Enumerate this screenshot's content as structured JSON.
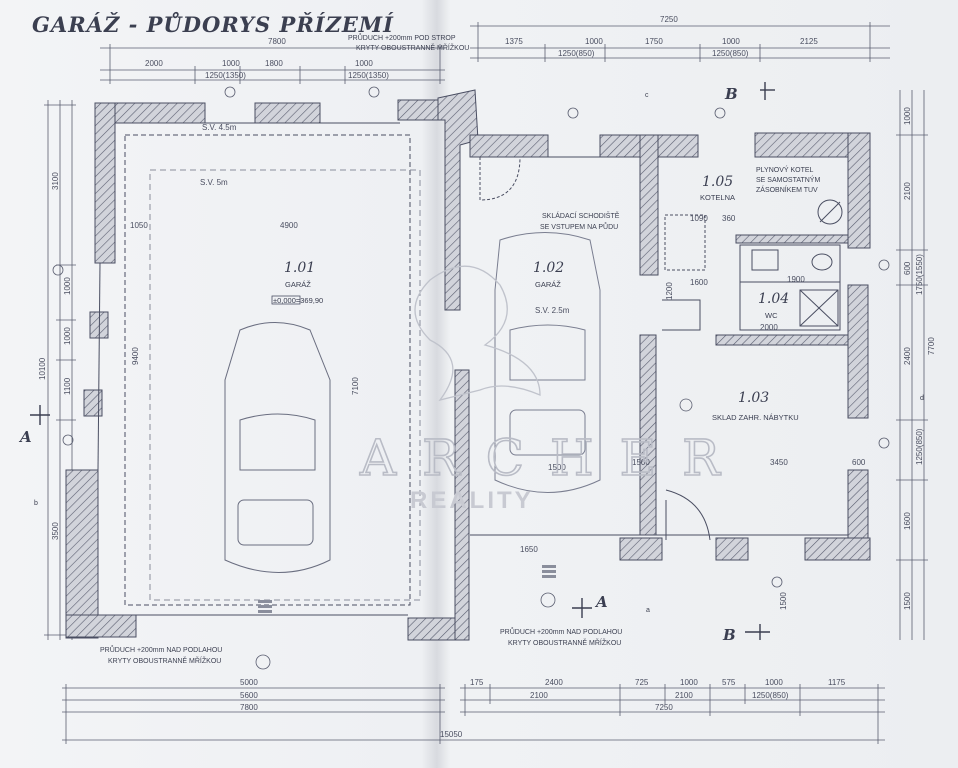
{
  "title": "GARÁŽ - PŮDORYS PŘÍZEMÍ",
  "watermark": {
    "brand": "ARCHER",
    "tagline": "REALITY"
  },
  "rooms": [
    {
      "number": "1.01",
      "name": "GARÁŽ",
      "level": "±0,000=369,90"
    },
    {
      "number": "1.02",
      "name": "GARÁŽ"
    },
    {
      "number": "1.03",
      "name": "SKLAD ZAHR. NÁBYTKU"
    },
    {
      "number": "1.04",
      "name": "WC"
    },
    {
      "number": "1.05",
      "name": "KOTELNA"
    }
  ],
  "notes": {
    "vent_top": "PRŮDUCH +200mm POD STROP",
    "vent_top_2": "KRYTY OBOUSTRANNĚ MŘÍŽKOU",
    "vent_bottom_left": "PRŮDUCH +200mm NAD PODLAHOU",
    "vent_bottom_left_2": "KRYTY OBOUSTRANNĚ MŘÍŽKOU",
    "vent_bottom_right": "PRŮDUCH +200mm NAD PODLAHOU",
    "vent_bottom_right_2": "KRYTY OBOUSTRANNĚ MŘÍŽKOU",
    "stairs_1": "SKLÁDACÍ SCHODIŠTĚ",
    "stairs_2": "SE VSTUPEM NA PŮDU",
    "boiler_1": "PLYNOVÝ KOTEL",
    "boiler_2": "SE SAMOSTATNÝM",
    "boiler_3": "ZÁSOBNÍKEM TUV",
    "sv_1": "S.V. 4.5m",
    "sv_2": "S.V. 5m",
    "sv_3": "S.V. 2.5m"
  },
  "section_marks": [
    "A",
    "A",
    "B",
    "B",
    "a",
    "b",
    "c",
    "d"
  ],
  "dimensions": {
    "top_right_total": "7250",
    "top_left_total": "7800",
    "top_left_parts": [
      "2000",
      "1000",
      "1800",
      "1000",
      "1250(1350)",
      "1250(1350)"
    ],
    "top_right_parts": [
      "1375",
      "1000",
      "1750",
      "1000",
      "2125",
      "1250(850)",
      "1250(850)"
    ],
    "bottom_left": [
      "5000",
      "5600",
      "7800"
    ],
    "bottom_right": [
      "175",
      "2400",
      "725",
      "1000",
      "575",
      "1000",
      "1175",
      "2100",
      "2100",
      "1250(850)",
      "7250"
    ],
    "bottom_total": "15050",
    "left_side": [
      "3100",
      "1000",
      "1000",
      "1100",
      "10100",
      "3500"
    ],
    "right_side": [
      "1000",
      "2100",
      "600",
      "1750(1550)",
      "2400",
      "7700",
      "1250(850)",
      "1600",
      "1500",
      "1500"
    ],
    "interior": [
      "1050",
      "4900",
      "9400",
      "7100",
      "1090",
      "360",
      "1900",
      "2000",
      "1600",
      "1200",
      "3450",
      "1500",
      "600",
      "1650",
      "1500"
    ]
  },
  "colors": {
    "line": "#4a4e62",
    "paper": "#f1f2f4",
    "wall_fill": "#c9cbd3"
  }
}
